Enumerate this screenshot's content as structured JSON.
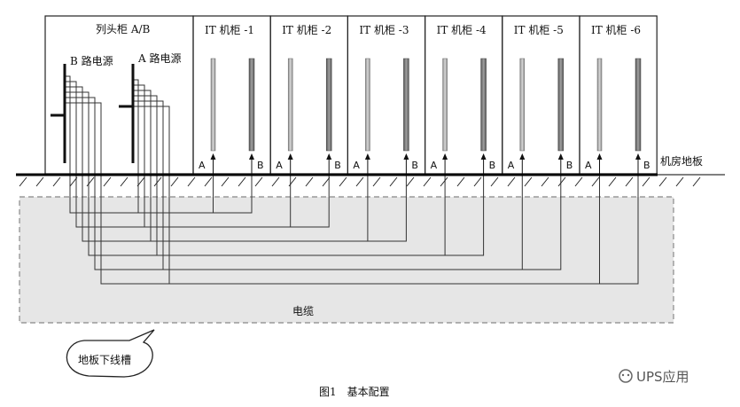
{
  "head_cabinet": {
    "title": "列头柜 A/B",
    "b_source": "B 路电源",
    "a_source": "A 路电源"
  },
  "it_cabinets": [
    {
      "label": "IT 机柜 -1"
    },
    {
      "label": "IT 机柜 -2"
    },
    {
      "label": "IT 机柜 -3"
    },
    {
      "label": "IT 机柜 -4"
    },
    {
      "label": "IT 机柜 -5"
    },
    {
      "label": "IT 机柜 -6"
    }
  ],
  "feed_a": "A",
  "feed_b": "B",
  "floor_label": "机房地板",
  "cable_label": "电缆",
  "trough_label": "地板下线槽",
  "caption": "图1　基本配置",
  "watermark": "UPS应用"
}
